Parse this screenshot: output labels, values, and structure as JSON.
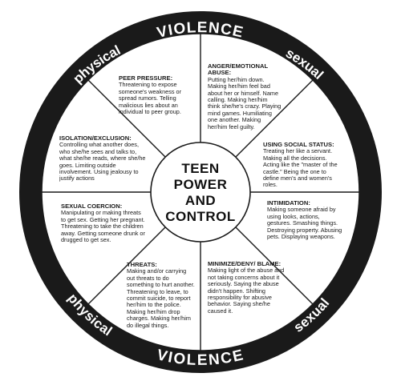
{
  "ring": {
    "top": "VIOLENCE",
    "bottom": "VIOLENCE",
    "upper_left": "physical",
    "upper_right": "sexual",
    "lower_left": "physical",
    "lower_right": "sexual"
  },
  "center": {
    "line1": "TEEN",
    "line2": "POWER",
    "line3": "AND",
    "line4": "CONTROL"
  },
  "segments": {
    "peer_pressure": {
      "title": "PEER PRESSURE:",
      "body": "Threatening to expose someone's weakness or spread rumors. Telling malicious lies about an individual to peer group."
    },
    "anger_emotional_abuse": {
      "title": "ANGER/EMOTIONAL ABUSE:",
      "body": "Putting her/him down. Making her/him feel bad about her or himself. Name calling. Making her/him think she/he's crazy. Playing mind games. Humiliating one another. Making her/him feel guilty."
    },
    "using_social_status": {
      "title": "USING SOCIAL STATUS:",
      "body": "Treating her like a servant. Making all the decisions. Acting like the \"master of the castle.\" Being the one to define men's and women's roles."
    },
    "intimidation": {
      "title": "INTIMIDATION:",
      "body": "Making someone afraid by using looks, actions, gestures. Smashing things. Destroying property. Abusing pets. Displaying weapons."
    },
    "minimize_deny_blame": {
      "title": "MINIMIZE/DENY/ BLAME:",
      "body": "Making light of the abuse and not taking concerns about it seriously. Saying the abuse didn't happen. Shifting responsibility for abusive behavior. Saying she/he caused it."
    },
    "threats": {
      "title": "THREATS:",
      "body": "Making and/or carrying out threats to do something to hurt another. Threatening to leave, to commit suicide, to report her/him to the police. Making her/him drop charges. Making her/him do illegal things."
    },
    "sexual_coercion": {
      "title": "SEXUAL COERCION:",
      "body": "Manipulating or making threats to get sex. Getting her pregnant. Threatening to take the children away. Getting someone drunk or drugged to get sex."
    },
    "isolation_exclusion": {
      "title": "ISOLATION/EXCLUSION:",
      "body": "Controlling what another does, who she/he sees and talks to, what she/he reads, where she/he goes. Limiting outside involvement. Using jealousy to justify actions"
    }
  },
  "colors": {
    "ring": "#1a1a1a",
    "spokes": "#1a1a1a",
    "background": "#ffffff"
  }
}
